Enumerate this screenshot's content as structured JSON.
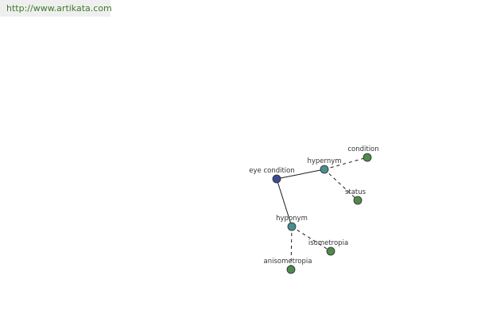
{
  "site_url": "http://www.artikata.com",
  "colors": {
    "url_text": "#3d7a2c",
    "url_background": "#efefef",
    "root_node": "#3b4b92",
    "relation_node": "#4a8f8f",
    "leaf_node": "#4f8a4a",
    "node_stroke": "#2b2b2b",
    "edge": "#1a1a1a"
  },
  "graph": {
    "nodes": [
      {
        "id": "eye-condition",
        "label": "eye condition",
        "kind": "root"
      },
      {
        "id": "hypernym",
        "label": "hypernym",
        "kind": "relation"
      },
      {
        "id": "hyponym",
        "label": "hyponym",
        "kind": "relation"
      },
      {
        "id": "condition",
        "label": "condition",
        "kind": "leaf"
      },
      {
        "id": "status",
        "label": "status",
        "kind": "leaf"
      },
      {
        "id": "isometropia",
        "label": "isometropia",
        "kind": "leaf"
      },
      {
        "id": "anisometropia",
        "label": "anisometropia",
        "kind": "leaf"
      }
    ],
    "edges": [
      {
        "from": "eye-condition",
        "to": "hypernym",
        "style": "solid"
      },
      {
        "from": "eye-condition",
        "to": "hyponym",
        "style": "solid"
      },
      {
        "from": "hypernym",
        "to": "condition",
        "style": "dashed"
      },
      {
        "from": "hypernym",
        "to": "status",
        "style": "dashed"
      },
      {
        "from": "hyponym",
        "to": "isometropia",
        "style": "dashed"
      },
      {
        "from": "hyponym",
        "to": "anisometropia",
        "style": "dashed"
      }
    ]
  }
}
